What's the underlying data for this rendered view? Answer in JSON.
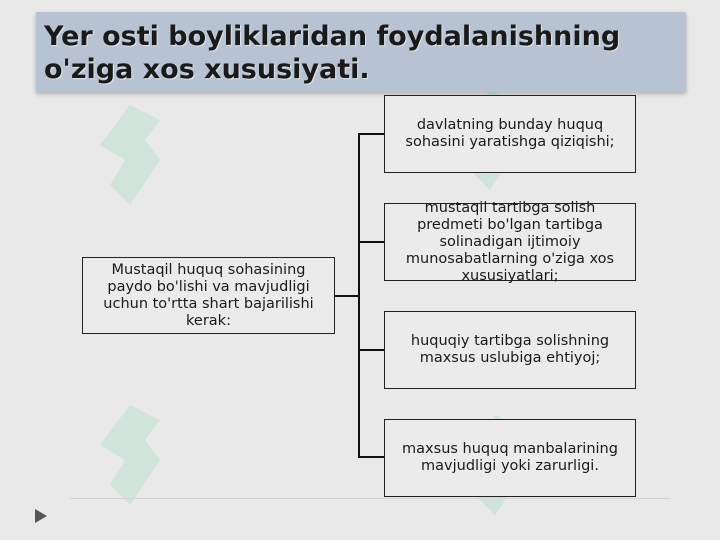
{
  "slide": {
    "title": "Yer osti boyliklaridan foydalanishning o'ziga xos xususiyati."
  },
  "diagram": {
    "main_box": "Mustaqil huquq sohasining paydo bo'lishi va mavjudligi uchun to'rtta shart bajarilishi kerak:",
    "conditions": [
      "davlatning bunday huquq sohasini yaratishga qiziqishi;",
      "mustaqil tartibga solish predmeti bo'lgan tartibga solinadigan ijtimoiy munosabatlarning o'ziga xos xususiyatlari;",
      "huquqiy tartibga solishning maxsus uslubiga ehtiyoj;",
      "maxsus huquq manbalarining mavjudligi yoki zarurligi."
    ]
  },
  "colors": {
    "background": "#e9e9e9",
    "title_bar": "#b7c3d2",
    "watermark": "#3ec98a"
  },
  "icons": {
    "watermark": "soft-logo-watermark",
    "nav": "play-triangle-icon"
  }
}
